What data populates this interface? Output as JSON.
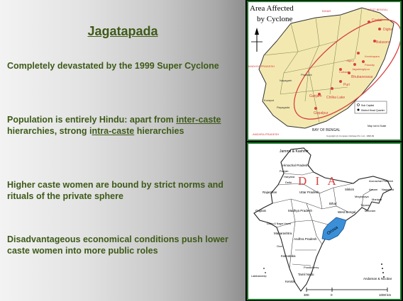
{
  "title": "Jagatapada",
  "points": {
    "p1": "Completely devastated by the 1999 Super Cyclone",
    "p2_a": "Population is entirely Hindu: apart from ",
    "p2_b": "inter-caste",
    "p2_c": " hierarchies, strong i",
    "p2_d": "ntra-caste",
    "p2_e": " hierarchies",
    "p3": "Higher caste women are bound by strict norms and rituals of the private sphere",
    "p4": "Disadvantageous economical conditions push lower caste women into more public roles"
  },
  "orissa_map": {
    "title_line1": "Area Affected",
    "title_line2": "by Cyclone",
    "states": [
      "BIHAR",
      "WEST BENGAL",
      "MADHYA PRADESH",
      "ANDHRA PRADESH"
    ],
    "places": [
      "Contai",
      "Digha",
      "Balasore",
      "Kendrapara",
      "Jajpur",
      "Paradip",
      "Jagatsinghpur",
      "Bhubaneswar",
      "Puri",
      "Ganjam",
      "Chilka Lake",
      "Gopalpur",
      "Cuttack",
      "Nayagarh",
      "Phulbani",
      "Rayagada",
      "Koraput"
    ],
    "sea_label": "BAY OF BENGAL",
    "legend": [
      "Sub Capital",
      "District Head Quarter"
    ],
    "scale_note": "Map not to Scale",
    "copyright": "Copyright (c) Compare Infobase Pvt. Ltd., 1998-99",
    "colors": {
      "affected_area": "#d94040",
      "land": "#f3e9b0",
      "border": "#333333"
    }
  },
  "india_map": {
    "title_letters": "D I A",
    "highlight_label": "Orissa",
    "regions": [
      "Jammu & Kashmir",
      "Himachal Pradesh",
      "Punjab",
      "Haryana",
      "Delhi",
      "Rajasthan",
      "Uttar Pradesh",
      "Sikkim",
      "Arunachal Pradesh",
      "Nagaland",
      "Assam",
      "Meghalaya",
      "Manipur",
      "Tripura",
      "Mizoram",
      "Bihar",
      "West Bengal",
      "Gujarat",
      "Madhya Pradesh",
      "Maharashtra",
      "Goa",
      "Andhra Pradesh",
      "Karnataka",
      "Kerala",
      "Tamil Nadu",
      "Pondicherry",
      "Lakshadweep",
      "Andaman & Nicobar",
      "Dadra & Nagar Haveli"
    ],
    "scale_labels": [
      "300",
      "0",
      "1000 km"
    ],
    "colors": {
      "highlight": "#3a8fd8",
      "land": "#ffffff",
      "border": "#222222"
    }
  }
}
